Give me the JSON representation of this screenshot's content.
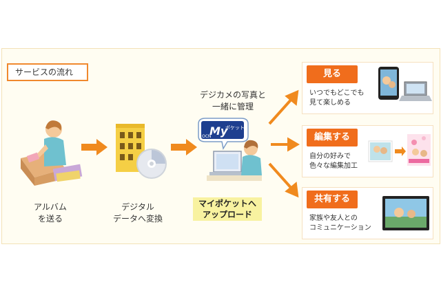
{
  "title": "サービスの流れ",
  "steps": [
    {
      "line1": "アルバム",
      "line2": "を送る"
    },
    {
      "line1": "デジタル",
      "line2": "データへ変換"
    },
    {
      "line1": "マイポケットへ",
      "line2": "アップロード"
    }
  ],
  "note": {
    "line1": "デジカメの写真と",
    "line2": "一緒に管理"
  },
  "logo": {
    "brand": "My",
    "sub": "ポケット",
    "ocn": "OCN"
  },
  "cards": [
    {
      "tab": "見る",
      "line1": "いつでもどこでも",
      "line2": "見て楽しめる"
    },
    {
      "tab": "編集する",
      "line1": "自分の好みで",
      "line2": "色々な編集加工"
    },
    {
      "tab": "共有する",
      "line1": "家族や友人との",
      "line2": "コミュニケーション"
    }
  ],
  "colors": {
    "accent": "#f08a1e",
    "tab": "#f06d1c",
    "label_bg": "#f8f2a0"
  }
}
